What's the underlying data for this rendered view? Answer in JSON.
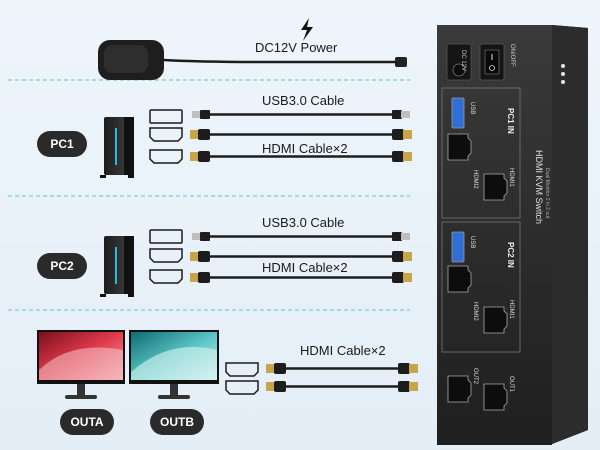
{
  "connections": {
    "power_label": "DC12V Power",
    "pc1_usb_label": "USB3.0 Cable",
    "pc1_hdmi_label": "HDMI Cable×2",
    "pc2_usb_label": "USB3.0 Cable",
    "pc2_hdmi_label": "HDMI Cable×2",
    "out_hdmi_label": "HDMI Cable×2"
  },
  "badges": {
    "pc1": "PC1",
    "pc2": "PC2",
    "outa": "OUTA",
    "outb": "OUTB"
  },
  "device": {
    "model": "HDMI KVM Switch",
    "subtitle": "Dual Monitor 2 in 2 out",
    "dc_label": "DC 12V",
    "switch_label": "ON/OFF",
    "pc1_in": "PC1 IN",
    "pc2_in": "PC2 IN",
    "usb": "USB",
    "hdmi1": "HDMI1",
    "hdmi2": "HDMI2",
    "out1": "OUT1",
    "out2": "OUT2"
  },
  "colors": {
    "background": "#e6eff8",
    "divider": "#5cc1d6",
    "device": "#2b2b2b",
    "pill": "#2a2a2a",
    "usb_port": "#2f6fd6"
  }
}
